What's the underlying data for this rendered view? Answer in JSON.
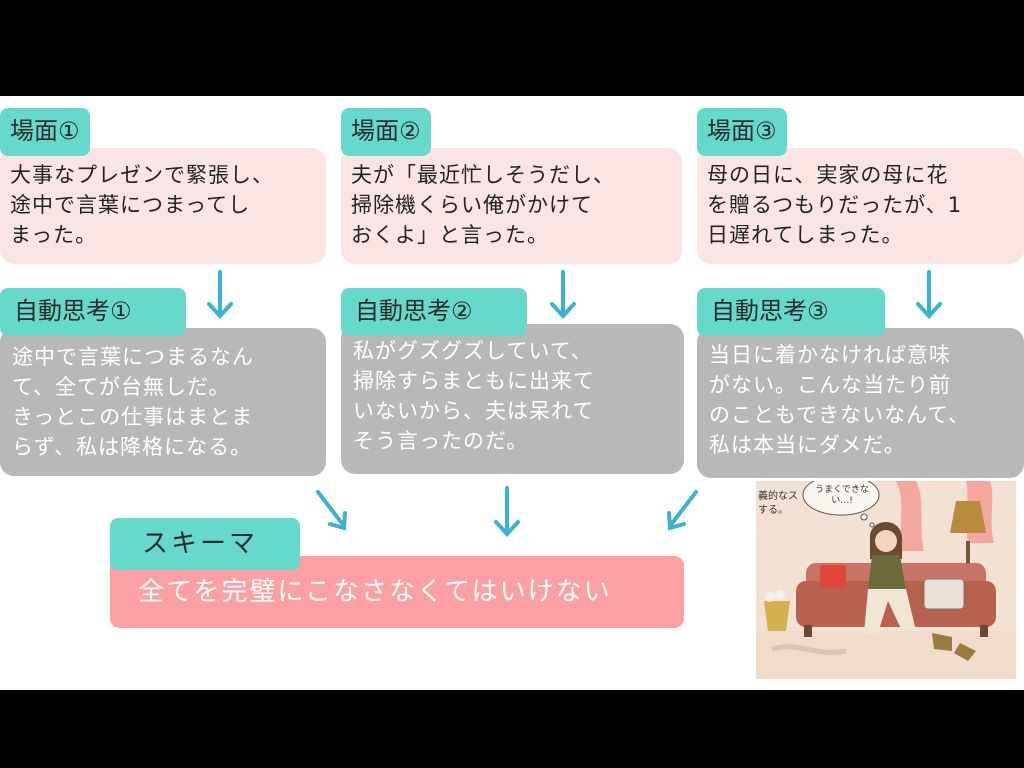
{
  "scenes": [
    {
      "tag": "場面①",
      "text": "大事なプレゼンで緊張し、\n途中で言葉につまってし\nまった。"
    },
    {
      "tag": "場面②",
      "text": "夫が「最近忙しそうだし、\n掃除機くらい俺がかけて\nおくよ」と言った。"
    },
    {
      "tag": "場面③",
      "text": "母の日に、実家の母に花\nを贈るつもりだったが、1\n日遅れてしまった。"
    }
  ],
  "thoughts": [
    {
      "tag": "自動思考①",
      "text": "途中で言葉につまるなん\nて、全てが台無しだ。\nきっとこの仕事はまとま\nらず、私は降格になる。"
    },
    {
      "tag": "自動思考②",
      "text": "私がグズグズしていて、\n掃除すらまともに出来て\nいないから、夫は呆れて\nそう言ったのだ。"
    },
    {
      "tag": "自動思考③",
      "text": "当日に着かなければ意味\nがない。こんな当たり前\nのこともできないなんて、\n私は本当にダメだ。"
    }
  ],
  "schema": {
    "tag": "スキーマ",
    "text": "全てを完璧にこなさなくてはいけない"
  },
  "illustration": {
    "bubble_text": "うまくできない…!",
    "side_text_1": "義的なス",
    "side_text_2": "する。"
  },
  "colors": {
    "accent": "#67d9cc",
    "arrow": "#3bb3d0",
    "scene_bg": "#fbe4e4",
    "thought_bg": "#b8b8b8",
    "schema_bg": "#fda0a4"
  }
}
